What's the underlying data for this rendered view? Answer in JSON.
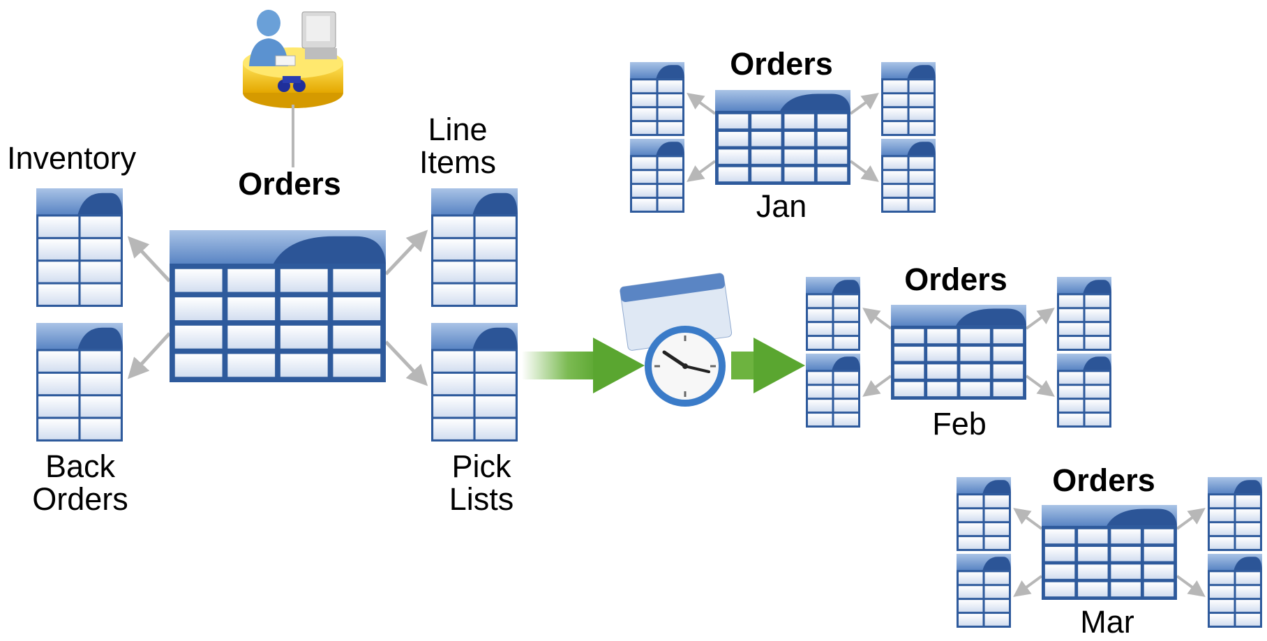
{
  "source_model": {
    "agent_label": "Orders",
    "entities": {
      "inventory": "Inventory",
      "line_items": [
        "Line",
        "Items"
      ],
      "back_orders": [
        "Back",
        "Orders"
      ],
      "pick_lists": [
        "Pick",
        "Lists"
      ]
    }
  },
  "partitions": [
    {
      "title": "Orders",
      "month": "Jan"
    },
    {
      "title": "Orders",
      "month": "Feb"
    },
    {
      "title": "Orders",
      "month": "Mar"
    }
  ],
  "icons": {
    "user": "user-at-desk-icon",
    "table": "table-icon",
    "schedule": "clock-calendar-icon",
    "flow": "green-arrow-icon",
    "relation": "gray-arrow-icon"
  },
  "colors": {
    "table_blue": "#2e5a9c",
    "cell_light": "#e9eef6",
    "arrow_gray": "#b7b7b7",
    "flow_green": "#6db33f",
    "desk_yellow": "#f3c419"
  }
}
